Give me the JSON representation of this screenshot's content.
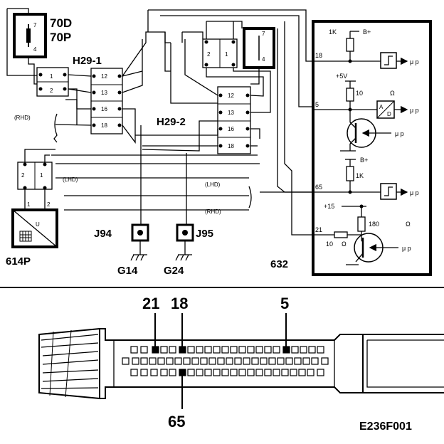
{
  "components": {
    "c70": {
      "line1": "70D",
      "line2": "70P",
      "pin_top": "7",
      "pin_bot": "4"
    },
    "h29_1": {
      "name": "H29-1",
      "pins": [
        "12",
        "13",
        "16",
        "18"
      ]
    },
    "h29_2": {
      "name": "H29-2",
      "pins": [
        "12",
        "13",
        "16",
        "18"
      ]
    },
    "left_conn_a": {
      "pins": [
        "1",
        "2"
      ]
    },
    "left_conn_b": {
      "pins": [
        "2",
        "1"
      ]
    },
    "top_conn": {
      "pins": [
        "2",
        "1"
      ]
    },
    "relay_right": {
      "pin_top": "7",
      "pin_bot": "4"
    },
    "c614": {
      "name": "614P",
      "pin1": "1",
      "pin2": "2",
      "symbol": "U"
    },
    "j94": {
      "name": "J94"
    },
    "j95": {
      "name": "J95"
    },
    "g14": {
      "name": "G14"
    },
    "g24": {
      "name": "G24"
    },
    "ecu": {
      "name": "632"
    }
  },
  "notes": {
    "rhd1": "(RHD)",
    "lhd1": "(LHD)",
    "lhd2": "(LHD)",
    "rhd2": "(RHD)"
  },
  "ecu_circuit": {
    "pin18": "18",
    "pin5": "5",
    "pin65": "65",
    "pin21": "21",
    "r1": "1K",
    "bplus1": "B+",
    "v5": "+5V",
    "r10a": "10",
    "ohm": "Ω",
    "adc_a": "A",
    "adc_d": "D",
    "bplus2": "B+",
    "r1k2": "1K",
    "v15": "+15",
    "r180": "180",
    "r10b": "10",
    "mu": "μ p"
  },
  "connector_view": {
    "label21": "21",
    "label18": "18",
    "label5": "5",
    "label65": "65"
  },
  "figure_code": "E236F001"
}
